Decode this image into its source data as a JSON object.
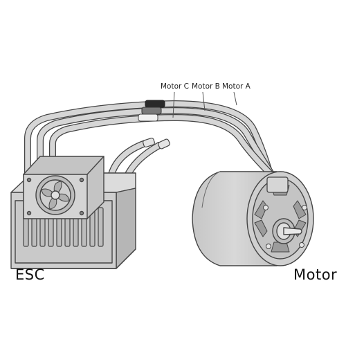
{
  "wires": {
    "motor_c": "Motor C",
    "motor_b": "Motor B",
    "motor_a": "Motor A"
  },
  "labels": {
    "esc": "ESC",
    "motor": "Motor"
  },
  "colors": {
    "outline": "#444444",
    "fill": "#d4d4d4",
    "fill_dark": "#b8b8b8",
    "sleeve_dark": "#2a2a2a",
    "sleeve_mid": "#7a7a7a",
    "sleeve_light": "#f2f2f2"
  }
}
